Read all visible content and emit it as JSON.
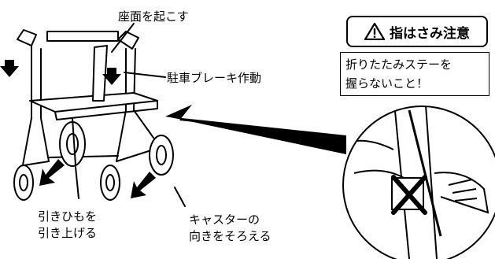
{
  "labels": {
    "raise_seat": "座面を起こす",
    "parking_brake": "駐車ブレーキ作動",
    "pull_cord_line1": "引きひもを",
    "pull_cord_line2": "引き上げる",
    "caster_line1": "キャスターの",
    "caster_line2": "向きをそろえる"
  },
  "warning": {
    "title": "指はさみ注意",
    "note_line1": "折りたたみステーを",
    "note_line2": "握らないこと！"
  },
  "icons": {
    "warning": "warning-triangle-icon",
    "prohibited": "x-mark-icon"
  }
}
